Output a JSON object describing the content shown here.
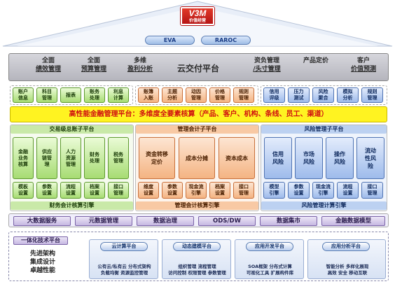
{
  "logo": {
    "main": "V3M",
    "sub": "价值经营"
  },
  "pills": [
    "EVA",
    "RAROC"
  ],
  "topbar": {
    "items": [
      {
        "l1": "全面",
        "l2": "绩效管理"
      },
      {
        "l1": "全面",
        "l2": "预算管理"
      },
      {
        "l1": "多维",
        "l2": "盈利分析"
      },
      {
        "l1": "资负管理",
        "l2": "/头寸管理"
      },
      {
        "l1": "",
        "l2": "产品定价"
      },
      {
        "l1": "客户",
        "l2": "价值预测"
      }
    ],
    "center": "云交付平台"
  },
  "row1": {
    "green": [
      "账户\n信息",
      "科目\n管理",
      "报表",
      "账务\n处理",
      "利息\n计算"
    ],
    "orange": [
      "账簿\n入账",
      "主题\n分析",
      "动因\n管理",
      "价格\n管理",
      "规则\n管理"
    ],
    "blue": [
      "信用\n评级",
      "压力\n测试",
      "风险\n聚合",
      "模拟\n分析",
      "规则\n管理"
    ]
  },
  "banner": "高性能金融管理平台：多维度全要素核算（产品、客户、机构、条线、员工、渠道）",
  "left": {
    "title": "交易级总账子平台",
    "mid": [
      "金融\n业务\n核算",
      "供应\n链管\n理",
      "人力\n资源\n管理",
      "财务\n处理",
      "税务\n管理"
    ],
    "bottom": [
      "模板\n设置",
      "参数\n设置",
      "流程\n设置",
      "档案\n设置",
      "接口\n管理"
    ],
    "foot": "财务会计核算引擎"
  },
  "center": {
    "title": "管理会计子平台",
    "mid": [
      "资金转移\n定价",
      "成本分摊",
      "资本成本"
    ],
    "bottom": [
      "维度\n设置",
      "参数\n设置",
      "现金流\n引擎",
      "档案\n设置",
      "接口\n管理"
    ],
    "foot": "管理会计核算引擎"
  },
  "right": {
    "title": "风险管理子平台",
    "mid": [
      "信用\n风险",
      "市场\n风险",
      "操作\n风险",
      "流动\n性风\n险"
    ],
    "bottom": [
      "模型\n引擎",
      "参数\n设置",
      "现金流\n引擎",
      "流程\n设置",
      "接口\n管理"
    ],
    "foot": "风险管理计算引擎"
  },
  "bigdata": [
    "大数据服务",
    "元数据管理",
    "数据治理",
    "ODS/DW",
    "数据集市",
    "金融数据模型"
  ],
  "tech": {
    "head": "一体化技术平台",
    "lines": [
      "先进架构",
      "集成设计",
      "卓越性能"
    ],
    "platforms": [
      {
        "name": "云计算平台",
        "l1": "公有云/私有云 分布式架构",
        "l2": "负载均衡 资源监控管理"
      },
      {
        "name": "动态建模平台",
        "l1": "组织管理 流程管理",
        "l2": "访问控制 权限管理 参数管理"
      },
      {
        "name": "应用开发平台",
        "l1": "SOA框架 分布式计算",
        "l2": "可视化工具 扩展构件库"
      },
      {
        "name": "应用分析平台",
        "l1": "智能分析 多样化展现",
        "l2": "高效 安全 移动互联"
      }
    ]
  }
}
